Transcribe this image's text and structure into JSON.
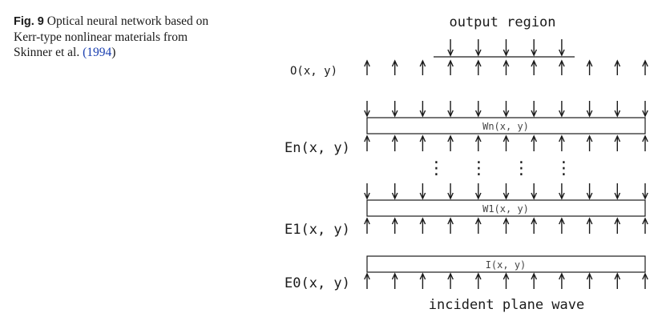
{
  "caption": {
    "label": "Fig. 9",
    "text": "Optical neural network based on Kerr-type nonlinear materials from Skinner et al.",
    "year_open": "(",
    "year": "1994",
    "year_close": ")"
  },
  "diagram": {
    "top_label": "output region",
    "bottom_label": "incident plane wave",
    "output_field_label": "O(x, y)",
    "layers": [
      {
        "field_label": "En(x, y)",
        "weight_label": "Wn(x, y)"
      },
      {
        "field_label": "E1(x, y)",
        "weight_label": "W1(x, y)"
      },
      {
        "field_label": "E0(x, y)",
        "weight_label": "I(x, y)"
      }
    ],
    "ellipsis": "⋮ ⋮ ⋮ ⋮",
    "arrows_per_row": 11,
    "output_region_arrows": 5,
    "line_color": "#1a1a1a"
  }
}
